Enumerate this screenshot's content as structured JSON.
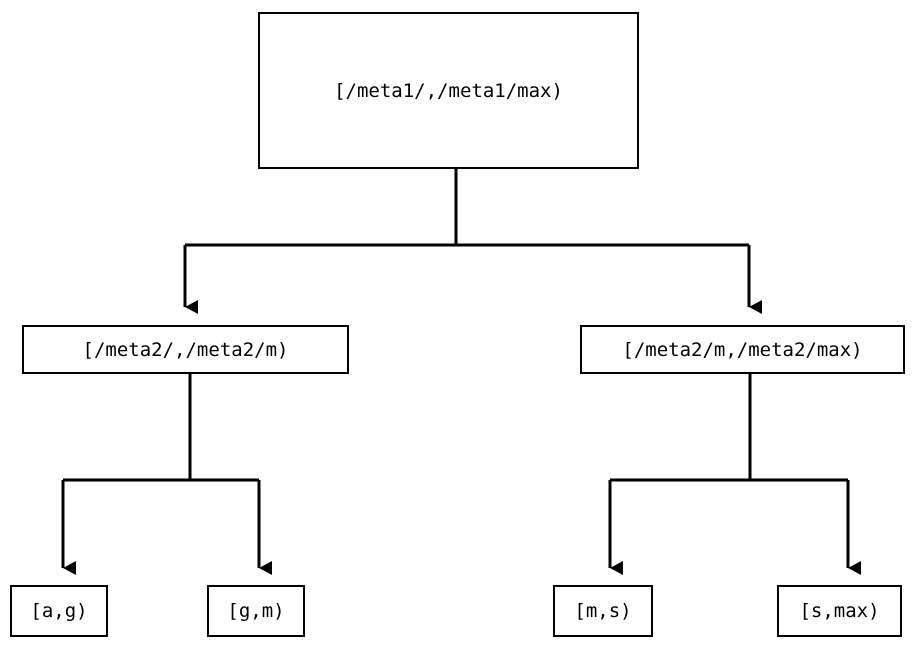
{
  "diagram": {
    "type": "tree",
    "title": "",
    "background_color": "#ffffff",
    "line_color": "#000000",
    "box_border_color": "#000000",
    "box_fill_color": "#ffffff",
    "arrowhead": "solid-triangle-down",
    "nodes": {
      "root": {
        "label": "[/meta1/,/meta1/max)"
      },
      "mid_left": {
        "label": "[/meta2/,/meta2/m)"
      },
      "mid_right": {
        "label": "[/meta2/m,/meta2/max)"
      },
      "leaf_a_g": {
        "label": "[a,g)"
      },
      "leaf_g_m": {
        "label": "[g,m)"
      },
      "leaf_m_s": {
        "label": "[m,s)"
      },
      "leaf_s_max": {
        "label": "[s,max)"
      }
    },
    "edges": [
      {
        "from": "root",
        "to": "mid_left"
      },
      {
        "from": "root",
        "to": "mid_right"
      },
      {
        "from": "mid_left",
        "to": "leaf_a_g"
      },
      {
        "from": "mid_left",
        "to": "leaf_g_m"
      },
      {
        "from": "mid_right",
        "to": "leaf_m_s"
      },
      {
        "from": "mid_right",
        "to": "leaf_s_max"
      }
    ]
  }
}
